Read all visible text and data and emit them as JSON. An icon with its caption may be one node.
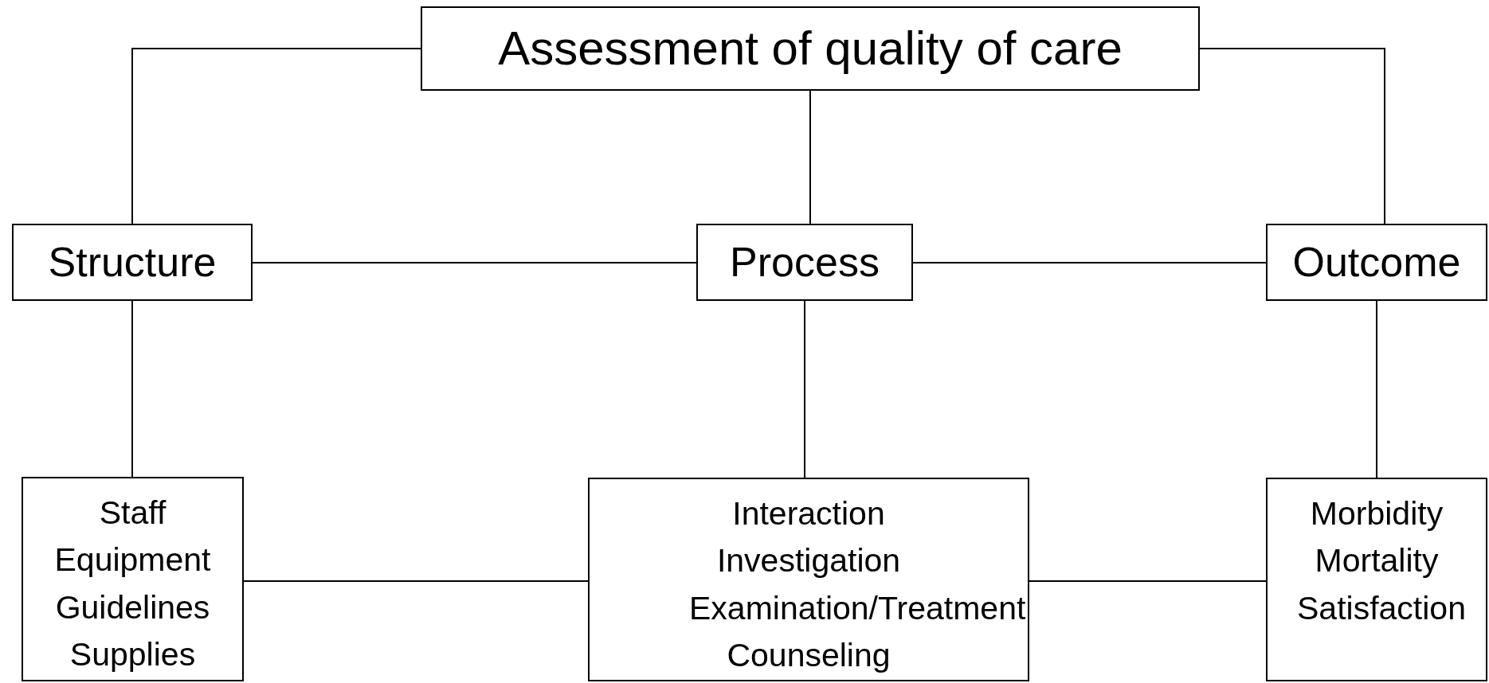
{
  "diagram": {
    "nodes": [
      {
        "text": [
          "Assessment of quality of care"
        ]
      },
      {
        "text": [
          "Structure"
        ]
      },
      {
        "text": [
          "Process"
        ]
      },
      {
        "text": [
          "Outcome"
        ]
      },
      {
        "text": [
          "Staff Equipment Guidelines Supplies"
        ]
      },
      {
        "text": [
          "Interaction Investigation Examination/Treatment Counseling"
        ]
      },
      {
        "text": [
          "Morbidity Mortality Satisfaction"
        ]
      }
    ],
    "edges": [
      {
        "from": 0,
        "to": 1,
        "arrow": "none"
      },
      {
        "from": 0,
        "to": 2,
        "arrow": "none"
      },
      {
        "from": 0,
        "to": 3,
        "arrow": "none"
      },
      {
        "from": 1,
        "to": 2,
        "arrow": "none"
      },
      {
        "from": 2,
        "to": 3,
        "arrow": "none"
      },
      {
        "from": 1,
        "to": 4,
        "arrow": "none"
      },
      {
        "from": 2,
        "to": 5,
        "arrow": "none"
      },
      {
        "from": 3,
        "to": 6,
        "arrow": "none"
      },
      {
        "from": 4,
        "to": 5,
        "arrow": "none"
      },
      {
        "from": 5,
        "to": 6,
        "arrow": "none"
      }
    ]
  }
}
